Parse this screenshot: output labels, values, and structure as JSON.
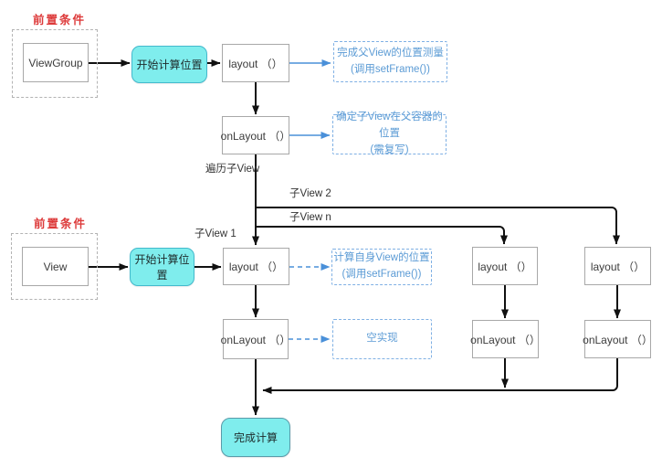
{
  "colors": {
    "accent_red": "#dd3a3a",
    "node_fill_cyan": "#7feded",
    "cyan_border": "#43b9cc",
    "note_blue": "#5b9bd5",
    "connector_black": "#111111",
    "box_border": "#a8a8a8"
  },
  "parent_flow": {
    "precondition_label": "前置条件",
    "node_label": "ViewGroup",
    "start_label": "开始计算位置",
    "layout_label": "layout （）",
    "layout_note_line1": "完成父View的位置测量",
    "layout_note_line2": "(调用setFrame())",
    "onlayout_label": "onLayout （）",
    "onlayout_note_line1": "确定子View在父容器的位置",
    "onlayout_note_line2": "(需复写)"
  },
  "branch_labels": {
    "traverse_children": "遍历子View",
    "child_view_2": "子View 2",
    "child_view_n": "子View n",
    "child_view_1": "子View 1"
  },
  "child_flow": {
    "precondition_label": "前置条件",
    "node_label": "View",
    "start_label": "开始计算位置",
    "layout_label": "layout （）",
    "layout_note_line1": "计算自身View的位置",
    "layout_note_line2": "(调用setFrame())",
    "onlayout_label": "onLayout （）",
    "onlayout_note": "空实现"
  },
  "child_n_column": {
    "layout_label": "layout （）",
    "onlayout_label": "onLayout （）"
  },
  "child_2_column": {
    "layout_label": "layout （）",
    "onlayout_label": "onLayout （）"
  },
  "end_node_label": "完成计算"
}
